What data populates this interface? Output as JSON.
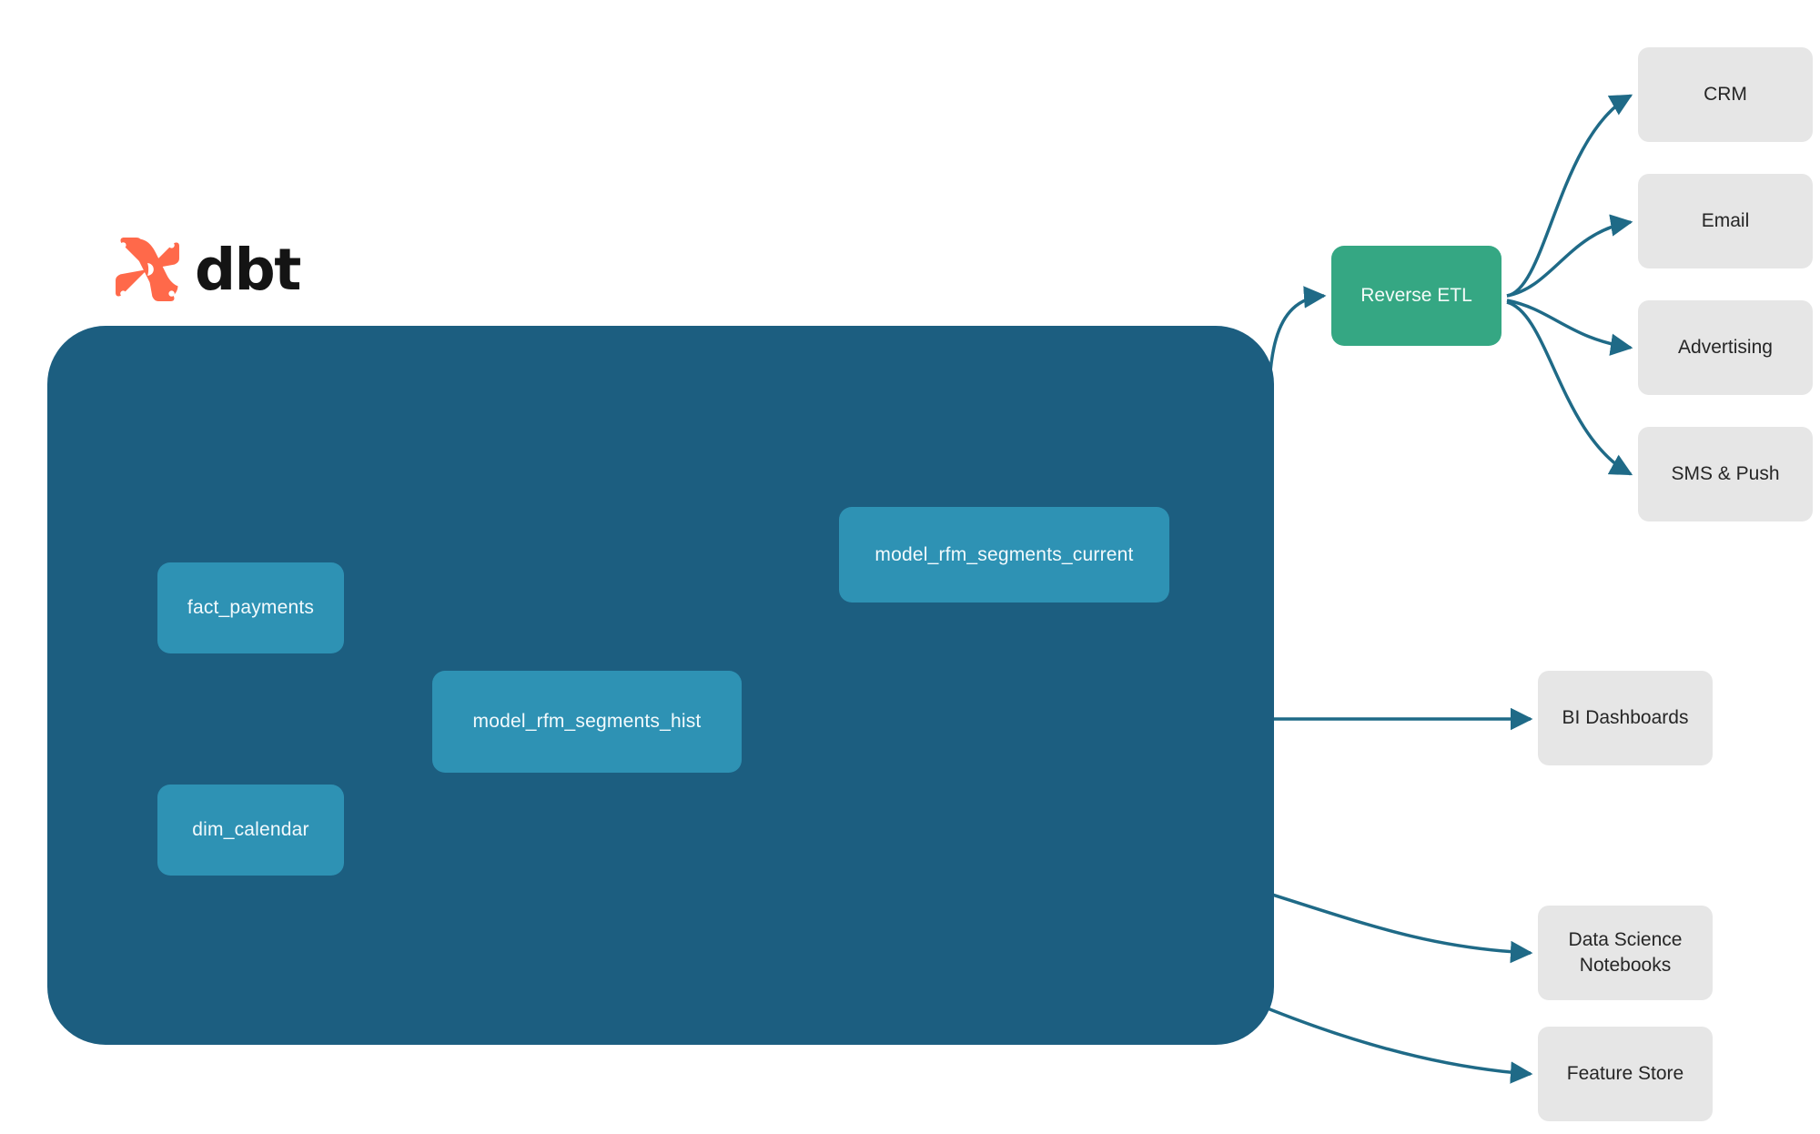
{
  "brand": {
    "name": "dbt",
    "logo_icon": "dbt-logo-icon",
    "logo_color": "#FF694A",
    "wordmark_color": "#141414"
  },
  "colors": {
    "warehouse_container": "#1C5E80",
    "model_node": "#2E92B4",
    "reverse_etl_node": "#35A783",
    "consumer_node": "#E6E6E6",
    "edge_stroke": "#1F6A87",
    "inner_edge_stroke": "#3C96B6",
    "node_text": "#F2FAFD",
    "consumer_text": "#262626",
    "page_background": "#FFFFFF"
  },
  "chart_data": {
    "type": "diagram",
    "title": "dbt RFM segments lineage and activation flow",
    "nodes": [
      {
        "id": "fact_payments",
        "label": "fact_payments",
        "group": "dbt-project",
        "kind": "source-model"
      },
      {
        "id": "dim_calendar",
        "label": "dim_calendar",
        "group": "dbt-project",
        "kind": "source-model"
      },
      {
        "id": "model_rfm_segments_hist",
        "label": "model_rfm_segments_hist",
        "group": "dbt-project",
        "kind": "model"
      },
      {
        "id": "model_rfm_segments_current",
        "label": "model_rfm_segments_current",
        "group": "dbt-project",
        "kind": "model"
      },
      {
        "id": "reverse_etl",
        "label": "Reverse ETL",
        "group": "activation",
        "kind": "service"
      },
      {
        "id": "crm",
        "label": "CRM",
        "group": "destination",
        "kind": "consumer"
      },
      {
        "id": "email",
        "label": "Email",
        "group": "destination",
        "kind": "consumer"
      },
      {
        "id": "advertising",
        "label": "Advertising",
        "group": "destination",
        "kind": "consumer"
      },
      {
        "id": "sms_push",
        "label": "SMS & Push",
        "group": "destination",
        "kind": "consumer"
      },
      {
        "id": "bi_dashboards",
        "label": "BI Dashboards",
        "group": "destination",
        "kind": "consumer"
      },
      {
        "id": "ds_notebooks",
        "label": "Data Science Notebooks",
        "group": "destination",
        "kind": "consumer"
      },
      {
        "id": "feature_store",
        "label": "Feature Store",
        "group": "destination",
        "kind": "consumer"
      }
    ],
    "edges": [
      {
        "from": "fact_payments",
        "to": "model_rfm_segments_hist"
      },
      {
        "from": "dim_calendar",
        "to": "model_rfm_segments_hist"
      },
      {
        "from": "model_rfm_segments_hist",
        "to": "model_rfm_segments_current"
      },
      {
        "from": "model_rfm_segments_current",
        "to": "reverse_etl"
      },
      {
        "from": "reverse_etl",
        "to": "crm"
      },
      {
        "from": "reverse_etl",
        "to": "email"
      },
      {
        "from": "reverse_etl",
        "to": "advertising"
      },
      {
        "from": "reverse_etl",
        "to": "sms_push"
      },
      {
        "from": "model_rfm_segments_hist",
        "to": "bi_dashboards"
      },
      {
        "from": "model_rfm_segments_hist",
        "to": "ds_notebooks"
      },
      {
        "from": "model_rfm_segments_hist",
        "to": "feature_store"
      }
    ],
    "groups": [
      {
        "id": "dbt-project",
        "label": "dbt",
        "members": [
          "fact_payments",
          "dim_calendar",
          "model_rfm_segments_hist",
          "model_rfm_segments_current"
        ]
      }
    ]
  },
  "container": {
    "name": "dbt-project-boundary"
  },
  "models": {
    "fact_payments": "fact_payments",
    "dim_calendar": "dim_calendar",
    "rfm_hist": "model_rfm_segments_hist",
    "rfm_current": "model_rfm_segments_current"
  },
  "activation": {
    "reverse_etl": "Reverse ETL"
  },
  "destinations": {
    "crm": "CRM",
    "email": "Email",
    "advertising": "Advertising",
    "sms_push": "SMS & Push",
    "bi_dashboards": "BI Dashboards",
    "ds_notebooks_line1": "Data Science",
    "ds_notebooks_line2": "Notebooks",
    "feature_store": "Feature Store"
  }
}
